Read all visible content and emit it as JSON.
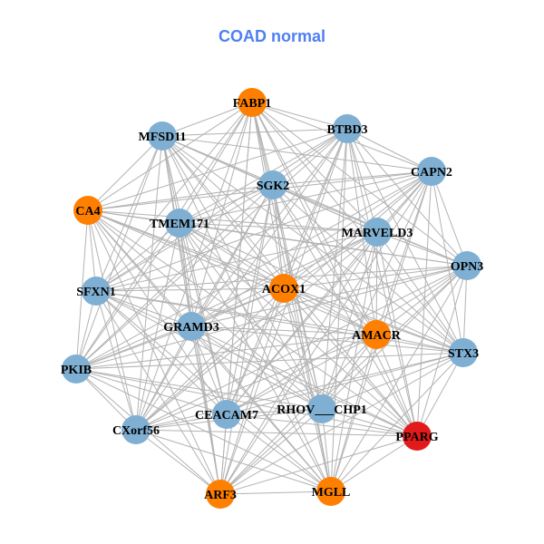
{
  "title": "COAD normal",
  "colors": {
    "edge": "#b3b3b3",
    "blue": "#7fb0d3",
    "orange": "#ff7f00",
    "red": "#e31a1c",
    "title": "#4f7ff2"
  },
  "nodes": [
    {
      "id": "FABP1",
      "group": "orange"
    },
    {
      "id": "BTBD3",
      "group": "blue"
    },
    {
      "id": "MFSD11",
      "group": "blue"
    },
    {
      "id": "CAPN2",
      "group": "blue"
    },
    {
      "id": "SGK2",
      "group": "blue"
    },
    {
      "id": "CA4",
      "group": "orange"
    },
    {
      "id": "TMEM171",
      "group": "blue"
    },
    {
      "id": "MARVELD3",
      "group": "blue"
    },
    {
      "id": "OPN3",
      "group": "blue"
    },
    {
      "id": "SFXN1",
      "group": "blue"
    },
    {
      "id": "ACOX1",
      "group": "orange"
    },
    {
      "id": "GRAMD3",
      "group": "blue"
    },
    {
      "id": "AMACR",
      "group": "orange"
    },
    {
      "id": "STX3",
      "group": "blue"
    },
    {
      "id": "PKIB",
      "group": "blue"
    },
    {
      "id": "CEACAM7",
      "group": "blue"
    },
    {
      "id": "RHOV___CHP1",
      "group": "blue"
    },
    {
      "id": "CXorf56",
      "group": "blue"
    },
    {
      "id": "PPARG",
      "group": "red"
    },
    {
      "id": "ARF3",
      "group": "orange"
    },
    {
      "id": "MGLL",
      "group": "orange"
    }
  ],
  "edges_mode": "all-pairs"
}
